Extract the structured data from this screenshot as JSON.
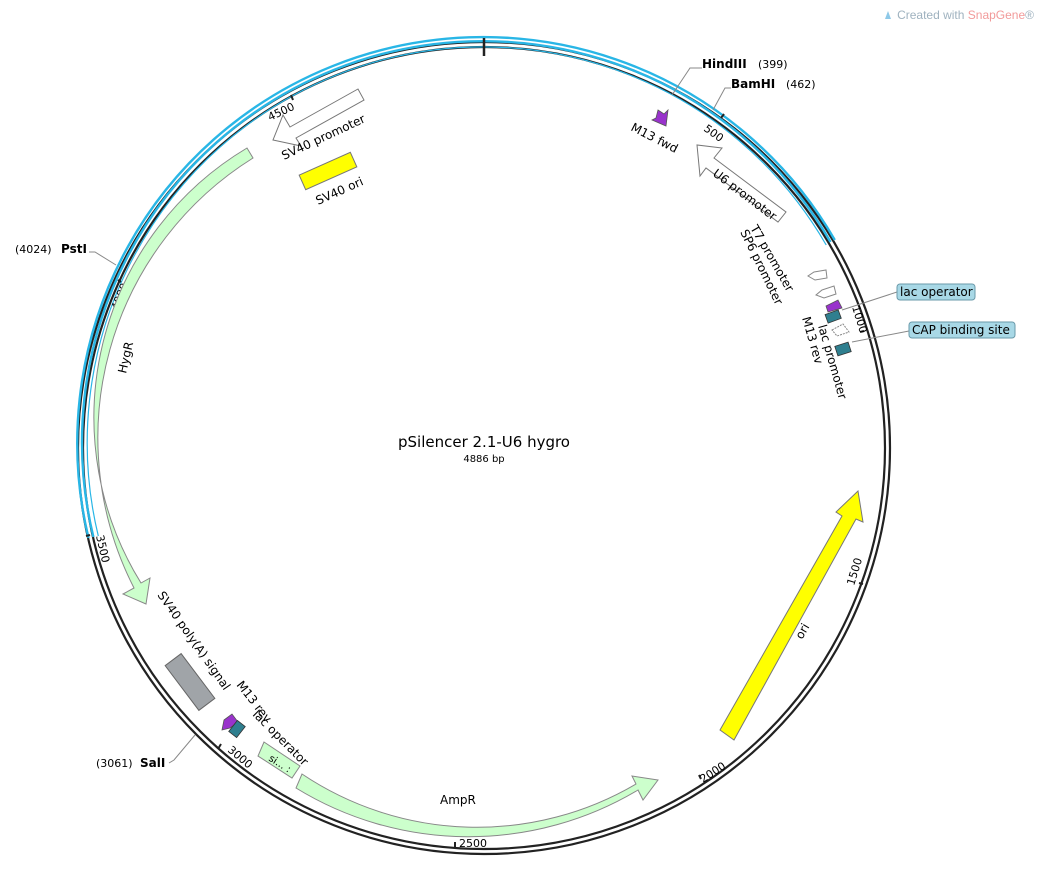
{
  "watermark": {
    "prefix": "Created with ",
    "brand": "SnapGene",
    "suffix": "®"
  },
  "plasmid": {
    "name": "pSilencer 2.1-U6 hygro",
    "length_label": "4886 bp",
    "length": 4886
  },
  "ticks": [
    "500",
    "1000",
    "1500",
    "2000",
    "2500",
    "3000",
    "3500",
    "4000",
    "4500"
  ],
  "sites": [
    {
      "name": "HindIII",
      "pos": "(399)"
    },
    {
      "name": "BamHI",
      "pos": "(462)"
    },
    {
      "name": "PstI",
      "pos": "(4024)"
    },
    {
      "name": "SalI",
      "pos": "(3061)"
    }
  ],
  "features": {
    "sv40_promoter": "SV40 promoter",
    "sv40_ori": "SV40 ori",
    "m13_fwd": "M13 fwd",
    "u6_promoter": "U6 promoter",
    "t7_promoter": "T7 promoter",
    "sp6_promoter": "SP6 promoter",
    "lac_operator": "lac operator",
    "cap_binding_site": "CAP binding site",
    "m13_rev": "M13 rev",
    "lac_promoter": "lac promoter",
    "hygr": "HygR",
    "sv40_polya": "SV40 poly(A) signal",
    "m13_rev_2": "M13 rev",
    "lac_operator_2": "lac operator",
    "si": "si... :",
    "ampr": "AmpR",
    "ori": "ori"
  },
  "colors": {
    "backbone": "#222222",
    "insert": "#29b6e6",
    "ori": "#ffff00",
    "resistance": "#ccffcc",
    "primer": "#9933cc",
    "operator": "#2f7f8f",
    "polya": "#a0a4a8",
    "callout": "#a8d8e6"
  }
}
